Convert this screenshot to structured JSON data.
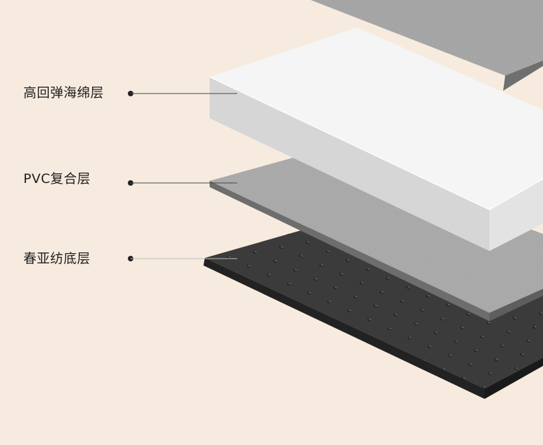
{
  "layers": [
    {
      "label": "高回弹海绵层"
    },
    {
      "label": "PVC复合层"
    },
    {
      "label": "春亚纺底层"
    }
  ],
  "colors": {
    "background": "#f7ebdf",
    "foam_top": "#f4f4f4",
    "foam_side": "#d4d4d4",
    "pvc": "#9a9a9a",
    "base": "#3a3a3a",
    "leader_line": "#222222"
  }
}
